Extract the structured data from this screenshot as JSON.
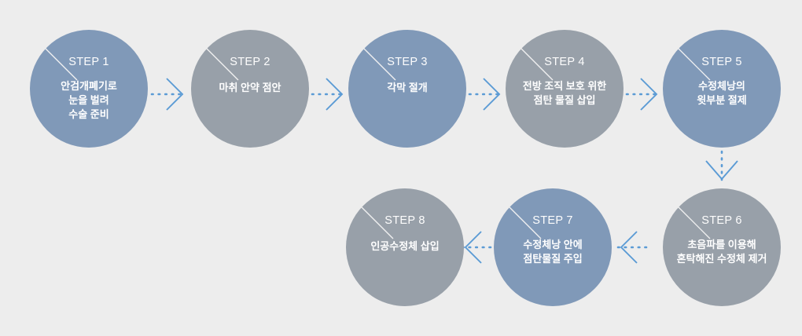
{
  "diagram": {
    "title": "Cataract surgery 8-step process flow",
    "background_color": "#ededed",
    "colors": {
      "blue": "#8099b8",
      "gray": "#98a0a9",
      "arrow": "#5b9bd5",
      "text": "#ffffff",
      "tick_line": "#f2f2f2"
    },
    "steps": [
      {
        "id": "step-1",
        "label": "STEP 1",
        "description": "안검개폐기로\n눈을 벌려\n수술 준비",
        "color_key": "blue"
      },
      {
        "id": "step-2",
        "label": "STEP 2",
        "description": "마취 안약 점안",
        "color_key": "gray"
      },
      {
        "id": "step-3",
        "label": "STEP 3",
        "description": "각막 절개",
        "color_key": "blue"
      },
      {
        "id": "step-4",
        "label": "STEP 4",
        "description": "전방 조직 보호 위한\n점탄 물질 삽입",
        "color_key": "gray"
      },
      {
        "id": "step-5",
        "label": "STEP 5",
        "description": "수정체낭의\n윗부분 절제",
        "color_key": "blue"
      },
      {
        "id": "step-6",
        "label": "STEP 6",
        "description": "초음파를 이용해\n혼탁해진 수정체 제거",
        "color_key": "gray"
      },
      {
        "id": "step-7",
        "label": "STEP 7",
        "description": "수정체낭 안에\n점탄물질 주입",
        "color_key": "blue"
      },
      {
        "id": "step-8",
        "label": "STEP 8",
        "description": "인공수정체 삽입",
        "color_key": "gray"
      }
    ],
    "connectors": [
      {
        "id": "arrow-1-2",
        "from": "step-1",
        "to": "step-2",
        "direction": "right"
      },
      {
        "id": "arrow-2-3",
        "from": "step-2",
        "to": "step-3",
        "direction": "right"
      },
      {
        "id": "arrow-3-4",
        "from": "step-3",
        "to": "step-4",
        "direction": "right"
      },
      {
        "id": "arrow-4-5",
        "from": "step-4",
        "to": "step-5",
        "direction": "right"
      },
      {
        "id": "arrow-5-6",
        "from": "step-5",
        "to": "step-6",
        "direction": "down"
      },
      {
        "id": "arrow-6-7",
        "from": "step-6",
        "to": "step-7",
        "direction": "left"
      },
      {
        "id": "arrow-7-8",
        "from": "step-7",
        "to": "step-8",
        "direction": "left"
      }
    ]
  }
}
